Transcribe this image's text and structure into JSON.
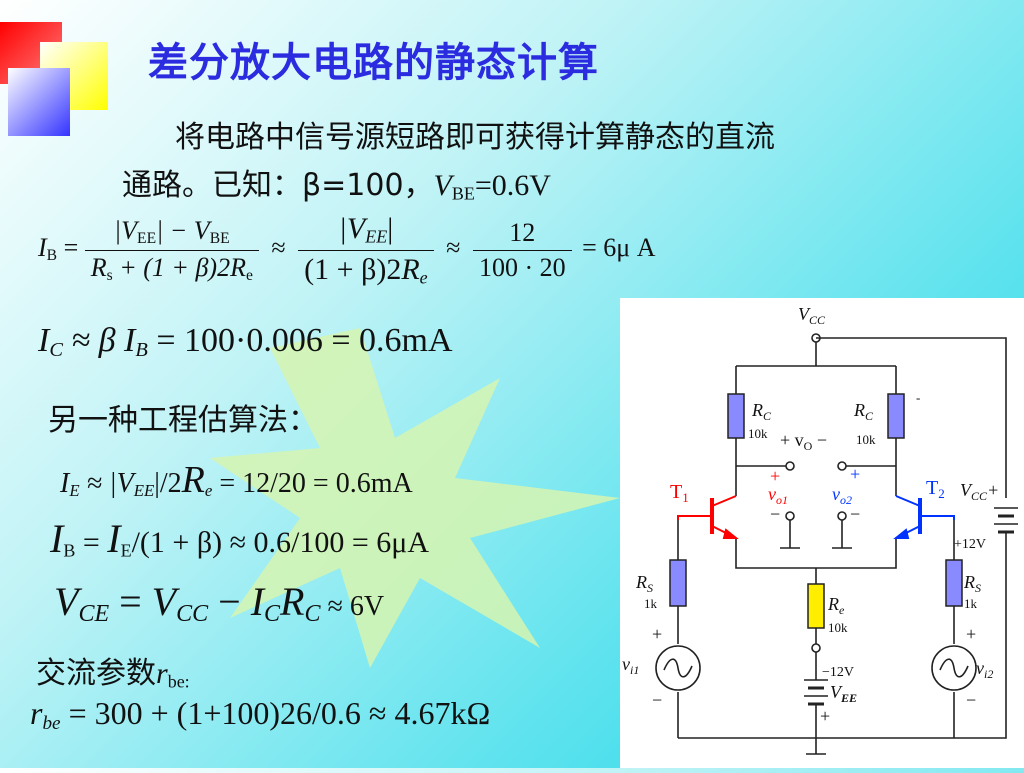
{
  "title": "差分放大电路的静态计算",
  "intro": {
    "line1": "将电路中信号源短路即可获得计算静态的直流",
    "line2": "通路。已知：β=100，",
    "vbe_label": "V",
    "vbe_sub": "BE",
    "vbe_value": "=0.6V"
  },
  "eq1": {
    "lhs": "I",
    "lhs_sub": "B",
    "num1_a": "|V",
    "num1_a_sub": "EE",
    "num1_b": "| − V",
    "num1_b_sub": "BE",
    "den1": "R",
    "den1_sub": "s",
    "den1_rest": " + (1 + β)2R",
    "den1_rest_sub": "e",
    "approx1": "≈",
    "num2": "|V",
    "num2_sub": "EE",
    "num2_end": "|",
    "den2": "(1 + β)2",
    "den2_r": "R",
    "den2_r_sub": "e",
    "approx2": "≈",
    "num3": "12",
    "den3": "100 · 20",
    "result": "= 6μ A"
  },
  "eq2": {
    "text_a": "I",
    "text_a_sub": "C",
    "text_b": " ≈ β I",
    "text_b_sub": "B",
    "text_c": " = 100·0.006 = 0.6mA"
  },
  "section_label": "另一种工程估算法：",
  "eq3": {
    "a": "I",
    "a_sub": "E",
    "b": " ≈ |V",
    "b_sub": "EE",
    "c": "|/2",
    "r": "R",
    "r_sub": "e",
    "d": " = 12/20 = 0.6mA"
  },
  "eq4": {
    "a": "I",
    "a_sub": "B",
    "b": " = ",
    "c": "I",
    "c_sub": "E",
    "d": "/(1 + β) ≈ 0.6/100 = 6μA"
  },
  "eq5": {
    "a": "V",
    "a_sub": "CE",
    "b": " = ",
    "c": "V",
    "c_sub": "CC",
    "d": " − ",
    "e": "I",
    "e_sub": "C",
    "f": "R",
    "f_sub": "C",
    "g": " ≈ 6V"
  },
  "ac_label": "交流参数",
  "ac_r": "r",
  "ac_r_sub": "be:",
  "eq6": {
    "a": "r",
    "a_sub": "be",
    "b": " = 300 + (1+100)26/0.6 ≈ 4.67kΩ"
  },
  "circuit": {
    "vcc_top": "V",
    "vcc_top_sub": "CC",
    "rc_left": "R",
    "rc_left_sub": "C",
    "rc_left_val": "10k",
    "rc_right": "R",
    "rc_right_sub": "C",
    "rc_right_val": "10k",
    "vo_label": "+ v",
    "vo_sub": "O",
    "vo_end": " −",
    "t1": "T",
    "t1_sub": "1",
    "t2": "T",
    "t2_sub": "2",
    "vo1_plus": "+",
    "vo1": "v",
    "vo1_sub": "o1",
    "vo1_minus": "−",
    "vo2_plus": "+",
    "vo2": "v",
    "vo2_sub": "o2",
    "vo2_minus": "−",
    "vcc_right": "V",
    "vcc_right_sub": "CC",
    "vcc_right_plus": "+",
    "v12": "+12V",
    "rs_left": "R",
    "rs_left_sub": "S",
    "rs_left_val": "1k",
    "rs_right": "R",
    "rs_right_sub": "S",
    "rs_right_val": "1k",
    "re": "R",
    "re_sub": "e",
    "re_val": "10k",
    "vi1_plus": "+",
    "vi1": "v",
    "vi1_sub": "i1",
    "vi1_minus": "−",
    "vi2_plus": "+",
    "vi2": "v",
    "vi2_sub": "i2",
    "vi2_minus": "−",
    "neg12": "−12V",
    "vee": "V",
    "vee_sub": "EE",
    "vee_plus": "+",
    "dash": "-"
  },
  "colors": {
    "title": "#2b2be0",
    "red_square": "#ff1a1a",
    "yellow_square": "#ffff33",
    "blue_square": "#5555ff",
    "burst": "#d6f5b0",
    "t1_red": "#ff0000",
    "t2_blue": "#0033ff",
    "resistor_blue": "#8a8aff",
    "re_yellow": "#ffee00"
  }
}
